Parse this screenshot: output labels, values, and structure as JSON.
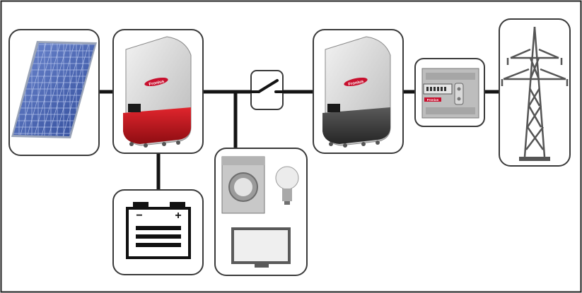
{
  "brand": {
    "logo_text": "Fronius",
    "accent": "#c8102e"
  },
  "colors": {
    "line": "#141414",
    "frame": "#3a3a3a",
    "card_fill": "#ffffff",
    "panel_blue": "#3d5aa8",
    "inverter_red": "#c0141c",
    "inverter_dark": "#454545",
    "inverter_body": "#d8d8d8"
  },
  "components": [
    {
      "id": "pv",
      "icon": "solar-panel-icon"
    },
    {
      "id": "hybrid_inverter",
      "icon": "hybrid-inverter-icon"
    },
    {
      "id": "battery",
      "icon": "battery-icon"
    },
    {
      "id": "switch",
      "icon": "disconnect-switch-icon"
    },
    {
      "id": "loads",
      "icon": "household-loads-icon"
    },
    {
      "id": "pv_inverter",
      "icon": "inverter-icon"
    },
    {
      "id": "meter",
      "icon": "smart-meter-icon"
    },
    {
      "id": "grid",
      "icon": "power-pylon-icon"
    }
  ],
  "battery": {
    "minus": "−",
    "plus": "+"
  }
}
